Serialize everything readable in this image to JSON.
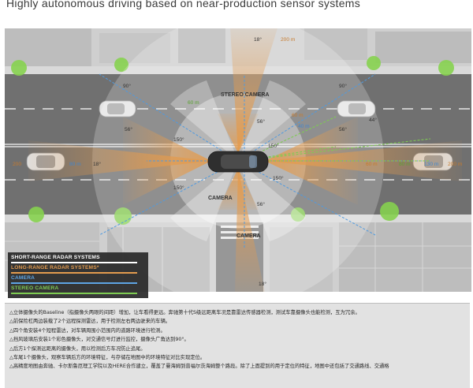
{
  "title": "Highly autonomous driving based on near-production sensor systems",
  "labels": {
    "stereo_camera": "STEREO CAMERA",
    "camera_left": "CAMERA",
    "camera_bottom": "CAMERA",
    "a90_left": "90°",
    "a90_right": "90°",
    "a56_left": "56°",
    "a56_right": "56°",
    "a56_top": "56°",
    "a56_bottom": "56°",
    "a150_ul": "150°",
    "a150_ll": "150°",
    "a150_ur": "150°",
    "a150_lr": "150°",
    "a18_left": "18°",
    "a18_top": "18°",
    "a18_bottom": "18°",
    "a44": "44°",
    "r200_top": "200 m",
    "r200_left": "200",
    "r200_right": "200 m",
    "r60_top": "60 m",
    "r60_right": "60 m",
    "r60_stereo": "60 m",
    "r80_left": "80 m",
    "r80_right": "80 m",
    "r130_right": "130 m",
    "r40_right": "40 m"
  },
  "legend": [
    {
      "label": "SHORT-RANGE RADAR SYSTEMS",
      "text_color": "#ffffff",
      "bar_color": "#ffffff"
    },
    {
      "label": "LONG-RANGE RADAR SYSTEMS*",
      "text_color": "#e39b4e",
      "bar_color": "#e39b4e"
    },
    {
      "label": "CAMERA",
      "text_color": "#5ea4e3",
      "bar_color": "#5ea4e3"
    },
    {
      "label": "STEREO CAMERA",
      "text_color": "#7ecb52",
      "bar_color": "#7ecb52"
    }
  ],
  "colors": {
    "road": "#6e6e6e",
    "lane": "#e8e8e8",
    "building": "#c9c9c9",
    "sidewalk": "#b6b6b6",
    "long_range_radar": "#e39b4e",
    "short_range_radar": "#ffffff",
    "camera": "#5ea4e3",
    "stereo_camera": "#7ecb52",
    "tree": "#7fd24a"
  },
  "notes": [
    "△立体摄像头的Baseline（指摄像头两眼的间距）增加，让车看得更远。奔驰第十代S级远距离车况是靠雷达传感器检测，测试车靠摄像头也能检测，互为冗余。",
    "△前保险杠两边装载了2个远程探测雷达，用于检测左右两边驶来的车辆。",
    "△四个角安装4个短程雷达，对车辆周围小范围内的道路环境进行检测。",
    "△挡风玻璃后安装1个彩色摄像头，对交通信号灯进行监控，摄像头广角达到90°。",
    "△后方1个探测远距离的摄像头，用以检测后方车况防止追尾。",
    "△车尾1个摄像头，观察车辆后方的环境特征，与存储在地图中的环境特征对比实现定位。",
    "△高精度地图由奔驰、卡尔斯鲁厄理工学院以及HERE合作建立，覆盖了曼海姆到普福尔茨海姆整个路段。除了上面提到的用于定位的特征，地图中还包括了交通路线、交通格"
  ]
}
